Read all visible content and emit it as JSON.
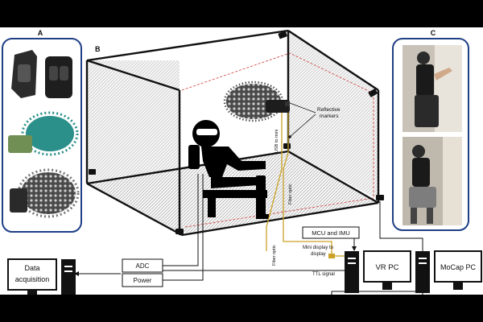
{
  "panels": {
    "a": "A",
    "b": "B",
    "c": "C"
  },
  "labels": {
    "reflective_markers_1": "Reflective",
    "reflective_markers_2": "markers",
    "usb_to_mini": "USB to mini",
    "fiber_optic_vertical": "Fiber optic",
    "fiber_optic_lower": "Fiber optic",
    "mcu_imu": "MCU and IMU",
    "mini_display_1": "Mini display to",
    "mini_display_2": "display",
    "ttl_signal": "TTL signal",
    "adc": "ADC",
    "power": "Power",
    "data_acquisition_1": "Data",
    "data_acquisition_2": "acquisition",
    "vr_pc": "VR PC",
    "mocap_pc": "MoCap PC"
  },
  "colors": {
    "panel_border": "#1f3f86",
    "fiber": "#c9a227",
    "red_dash": "#d23a3a",
    "room_line": "#111111",
    "mesh": "#9a9a9a"
  }
}
